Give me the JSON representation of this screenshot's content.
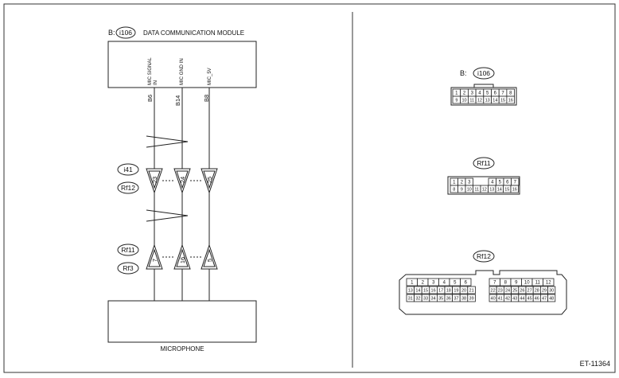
{
  "diagram": {
    "module": {
      "prefix": "B:",
      "connector_id": "i106",
      "name": "DATA COMMUNICATION MODULE",
      "signals": [
        "MIC SIGNAL",
        "IN",
        "MIC GND IN",
        "MIC_5V"
      ],
      "pins": [
        "B6",
        "B14",
        "B8"
      ]
    },
    "connector_i41": {
      "id": "i41",
      "pins": [
        "23",
        "24",
        "25"
      ]
    },
    "connector_rf12": {
      "id": "Rf12"
    },
    "connector_rf11": {
      "id": "Rf11",
      "pins": [
        "7",
        "16",
        "5"
      ]
    },
    "connector_rf3": {
      "id": "Rf3"
    },
    "microphone": {
      "name": "MICROPHONE"
    },
    "figure_id": "ET-11364"
  },
  "connector_views": {
    "i106": {
      "prefix": "B:",
      "id": "i106",
      "row1": [
        "1",
        "2",
        "3",
        "4",
        "5",
        "6",
        "7",
        "8"
      ],
      "row2": [
        "9",
        "10",
        "11",
        "12",
        "13",
        "14",
        "15",
        "16"
      ]
    },
    "rf11": {
      "id": "Rf11",
      "row1a": [
        "1",
        "2",
        "3"
      ],
      "row1b": [
        "4",
        "5",
        "6",
        "7"
      ],
      "row2": [
        "8",
        "9",
        "10",
        "11",
        "12",
        "13",
        "14",
        "15",
        "16"
      ]
    },
    "rf12": {
      "id": "Rf12",
      "row1a": [
        "1",
        "2",
        "3",
        "4",
        "5",
        "6"
      ],
      "row1b": [
        "7",
        "8",
        "9",
        "10",
        "11",
        "12"
      ],
      "row2a": [
        "13",
        "14",
        "15",
        "16",
        "17",
        "18",
        "19",
        "20",
        "21"
      ],
      "row2b": [
        "22",
        "23",
        "24",
        "25",
        "26",
        "27",
        "28",
        "29",
        "30"
      ],
      "row3a": [
        "31",
        "32",
        "33",
        "34",
        "35",
        "36",
        "37",
        "38",
        "39"
      ],
      "row3b": [
        "40",
        "41",
        "42",
        "43",
        "44",
        "45",
        "46",
        "47",
        "48"
      ]
    }
  }
}
